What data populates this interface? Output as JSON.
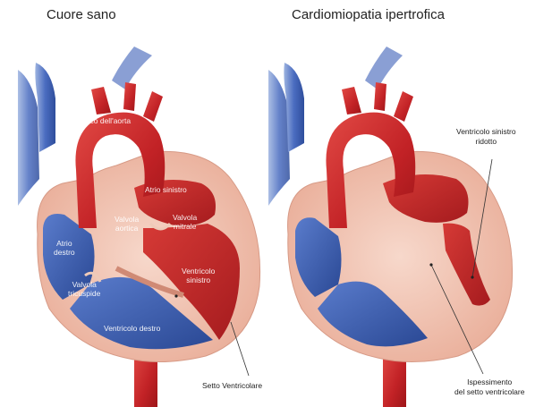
{
  "titles": {
    "healthy": "Cuore sano",
    "hcm": "Cardiomiopatia ipertrofica"
  },
  "labels": {
    "arco_aorta": "Arco dell'aorta",
    "atrio_sinistro": "Atrio sinistro",
    "valvola_aortica": [
      "Valvola",
      "aortica"
    ],
    "valvola_mitrale": [
      "Valvola",
      "mitrale"
    ],
    "atrio_destro": [
      "Atrio",
      "destro"
    ],
    "valvola_tricuspide": [
      "Valvola",
      "tricuspide"
    ],
    "ventricolo_sinistro": [
      "Ventricolo",
      "sinistro"
    ],
    "ventricolo_destro": "Ventricolo destro",
    "setto_ventricolare": "Setto Ventricolare",
    "ventricolo_sinistro_ridotto": [
      "Ventricolo sinistro",
      "ridotto"
    ],
    "ispessimento": [
      "Ispessimento",
      "del setto ventricolare"
    ]
  },
  "colors": {
    "vein_blue": "#3f63b8",
    "artery_red": "#c8262a",
    "wall_pink": "#f1c2b0",
    "inner_red": "#b21e22"
  }
}
